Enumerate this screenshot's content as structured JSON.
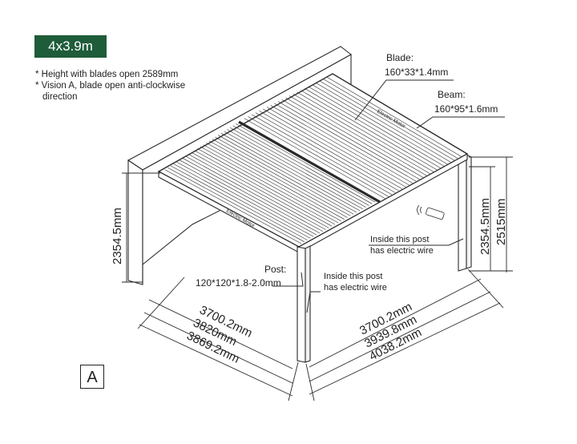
{
  "badge": "4x3.9m",
  "notes": [
    "* Height with blades open 2589mm",
    "* Vision A, blade open anti-clockwise",
    "direction"
  ],
  "labels": {
    "blade_title": "Blade:",
    "blade_spec": "160*33*1.4mm",
    "beam_title": "Beam:",
    "beam_spec": "160*95*1.6mm",
    "post_title": "Post:",
    "post_spec": "120*120*1.8-2.0mm",
    "wire_note_center_1": "Inside this post",
    "wire_note_center_2": "has electric wire",
    "wire_note_right_1": "Inside this post",
    "wire_note_right_2": "has electric wire",
    "motor_1": "Electric Motor",
    "motor_2": "Electric Motor"
  },
  "dimensions": {
    "left_height": "2354.5mm",
    "right_height_inner": "2354.5mm",
    "right_height_outer": "2515mm",
    "left_d1": "3700.2mm",
    "left_d2": "3820mm",
    "left_d3": "3869.2mm",
    "right_d1": "3700.2mm",
    "right_d2": "3939.8mm",
    "right_d3": "4038.2mm"
  },
  "vision_mark": "A",
  "colors": {
    "badge_bg": "#1f5c3a",
    "line": "#2a2a2a"
  }
}
